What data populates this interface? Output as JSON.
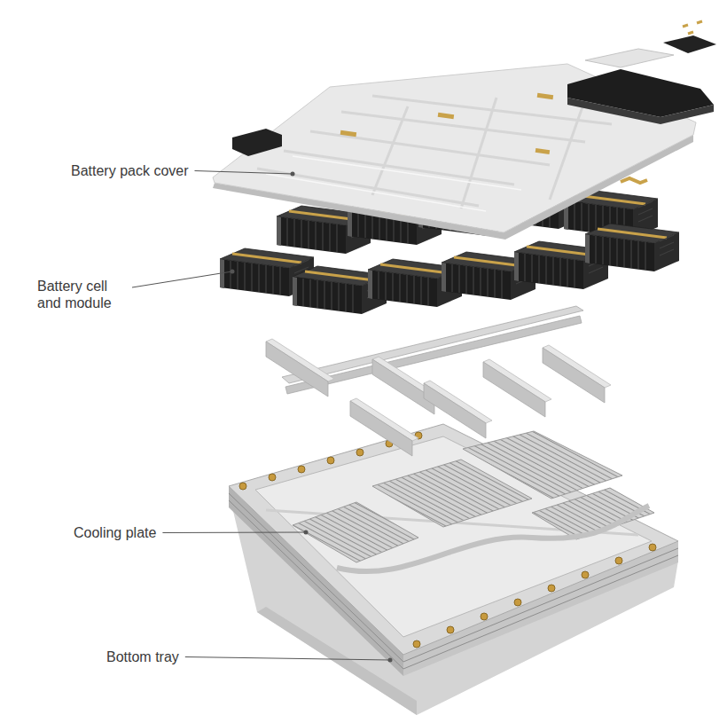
{
  "diagram": {
    "labels": [
      "Battery pack cover",
      "Battery cell and module",
      "Cooling plate",
      "Bottom tray"
    ]
  }
}
